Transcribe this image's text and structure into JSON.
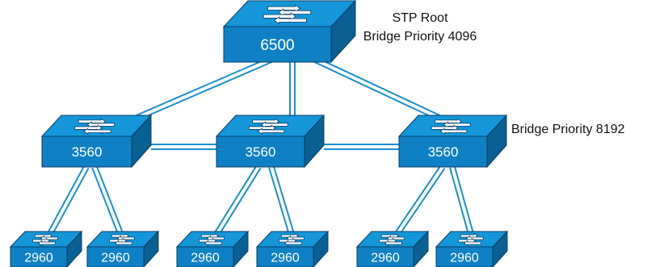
{
  "colors": {
    "switch_top": "#1496d8",
    "switch_front": "#0f80c4",
    "switch_side": "#0a5f93",
    "outline": "#0b3f66",
    "link": "#1a8fd0"
  },
  "core": {
    "model": "6500"
  },
  "distribution": [
    {
      "model": "3560"
    },
    {
      "model": "3560"
    },
    {
      "model": "3560"
    }
  ],
  "access": [
    {
      "model": "2960"
    },
    {
      "model": "2960"
    },
    {
      "model": "2960"
    },
    {
      "model": "2960"
    },
    {
      "model": "2960"
    },
    {
      "model": "2960"
    }
  ],
  "annotations": {
    "root_title": "STP Root",
    "root_priority": "Bridge Priority 4096",
    "dist_priority": "Bridge Priority 8192"
  }
}
